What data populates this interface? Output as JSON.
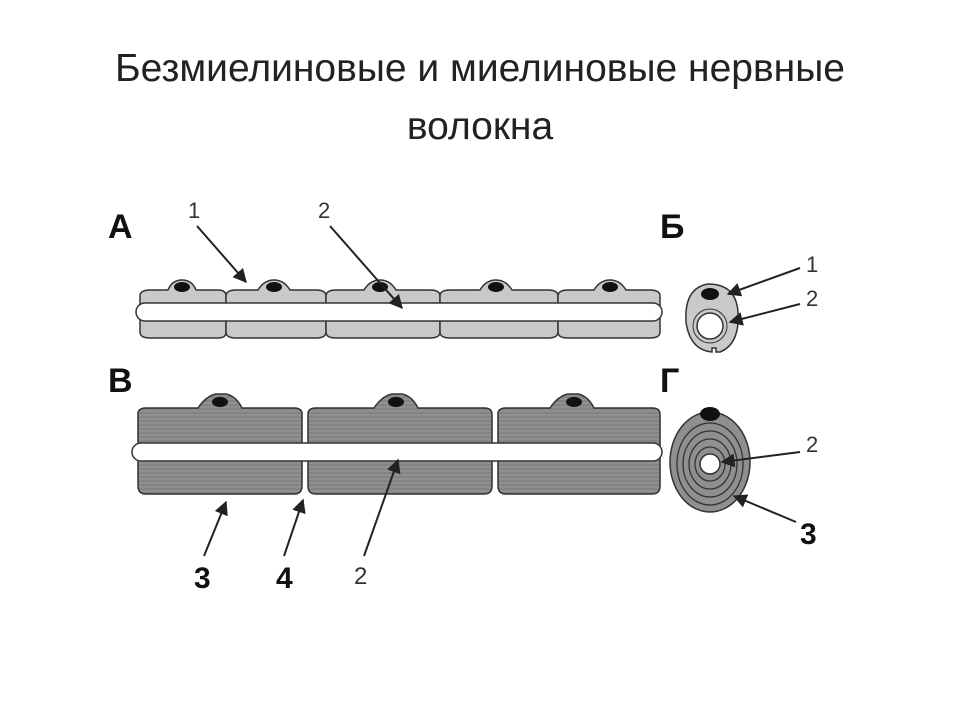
{
  "slide": {
    "title_line1": "Безмиелиновые и миелиновые нервные",
    "title_line2": "волокна"
  },
  "panels": {
    "a": "А",
    "b": "Б",
    "v": "В",
    "g": "Г"
  },
  "labels": {
    "a_1": "1",
    "a_2": "2",
    "b_1": "1",
    "b_2": "2",
    "v_3": "3",
    "v_4": "4",
    "v_2": "2",
    "g_2": "2",
    "g_3": "3"
  },
  "colors": {
    "light_sheath": "#c9c9c9",
    "myelin": "#8f8f8f",
    "nucleus": "#111111",
    "axon": "#ffffff",
    "outline": "#333333"
  }
}
